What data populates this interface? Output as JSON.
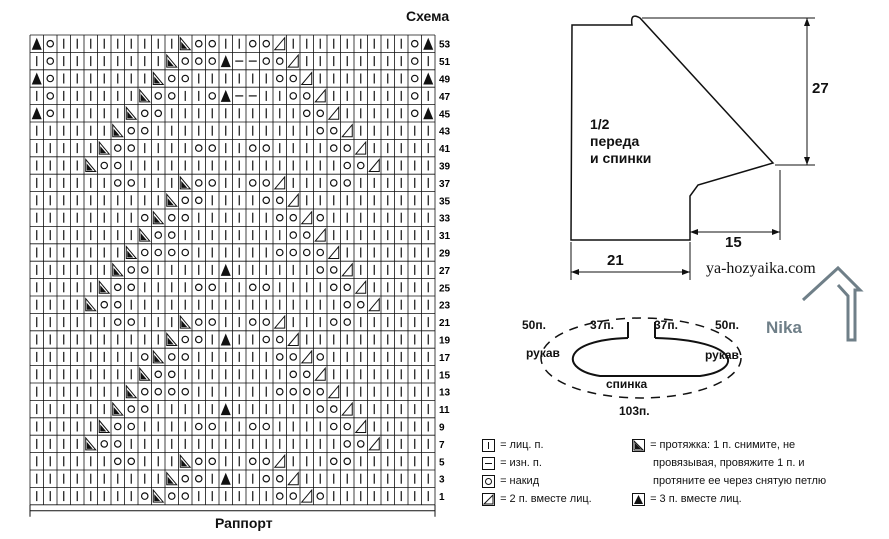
{
  "chart": {
    "title": "Схема",
    "footer": "Раппорт",
    "row_numbers": [
      "53",
      "51",
      "49",
      "47",
      "45",
      "43",
      "41",
      "39",
      "37",
      "35",
      "33",
      "31",
      "29",
      "27",
      "25",
      "23",
      "21",
      "19",
      "17",
      "15",
      "13",
      "11",
      "9",
      "7",
      "5",
      "3",
      "1"
    ],
    "row_count": 27,
    "col_count": 30
  },
  "schematic": {
    "piece_label_1": "1/2",
    "piece_label_2": "переда",
    "piece_label_3": "и спинки",
    "dim_27": "27",
    "dim_15": "15",
    "dim_21": "21"
  },
  "yoke": {
    "left_50": "50п.",
    "left_37": "37п.",
    "right_37": "37п.",
    "right_50": "50п.",
    "left_sleeve": "рукав",
    "right_sleeve": "рукав",
    "back": "спинка",
    "total": "103п."
  },
  "watermark": {
    "site": "ya-hozyaika.com",
    "brand": "Nika"
  },
  "legend": {
    "knit": "= лиц. п.",
    "purl": "= изн. п.",
    "yo": "= накид",
    "k2tog": "= 2 п. вместе лиц.",
    "skp_1": "= протяжка: 1 п. снимите, не",
    "skp_2": "провязывая, провяжите 1 п. и",
    "skp_3": "протяните ее через снятую петлю",
    "k3tog": "= 3 п. вместе лиц."
  }
}
